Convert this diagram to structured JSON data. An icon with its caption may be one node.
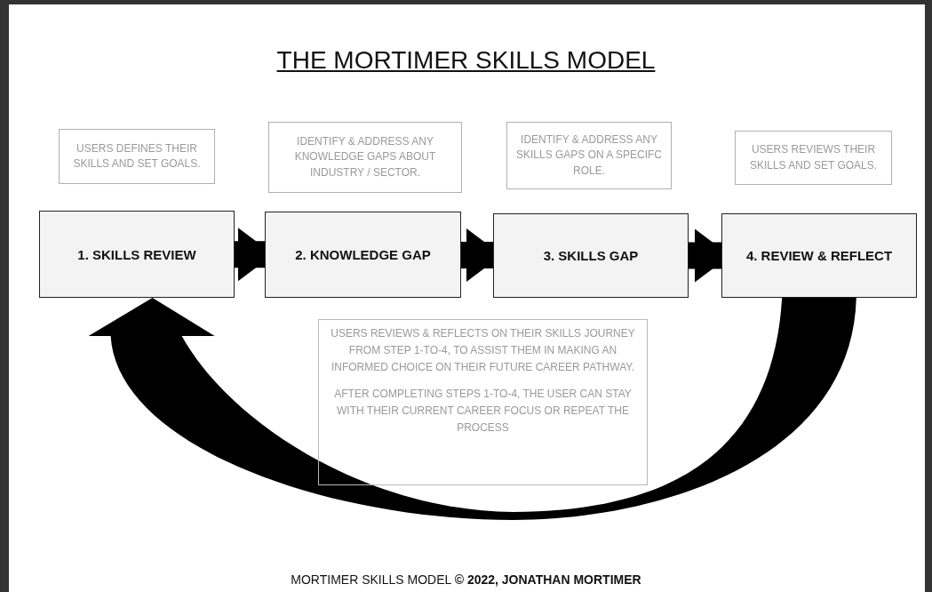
{
  "diagram": {
    "title": "THE MORTIMER SKILLS MODEL",
    "caption": "MORTIMER SKILLS MODEL **© 2022, JONATHAN MORTIMER**",
    "nodes": [
      {
        "text": [
          "USERS DEFINES THEIR SKILLS AND SET GOALS."
        ]
      },
      {
        "text": [
          "IDENTIFY & ADDRESS ANY KNOWLEDGE GAPS ABOUT INDUSTRY / SECTOR."
        ]
      },
      {
        "text": [
          "IDENTIFY & ADDRESS ANY SKILLS GAPS ON A SPECIFC ROLE."
        ]
      },
      {
        "text": [
          "USERS REVIEWS THEIR SKILLS AND SET GOALS."
        ]
      },
      {
        "text": [
          "1. SKILLS REVIEW"
        ]
      },
      {
        "text": [
          "2. KNOWLEDGE GAP"
        ]
      },
      {
        "text": [
          "3. SKILLS GAP"
        ]
      },
      {
        "text": [
          "4. REVIEW & REFLECT"
        ]
      },
      {
        "text": [
          "USERS REVIEWS & REFLECTS ON THEIR SKILLS JOURNEY FROM STEP 1-TO-4, TO ASSIST THEM IN MAKING AN INFORMED CHOICE ON THEIR FUTURE CAREER PATHWAY.",
          "AFTER COMPLETING STEPS 1-TO-4, THE USER CAN STAY WITH THEIR CURRENT CAREER FOCUS OR REPEAT THE PROCESS"
        ]
      }
    ],
    "edges": [
      {
        "from": 4,
        "to": 5,
        "arrow": "to"
      },
      {
        "from": 5,
        "to": 6,
        "arrow": "to"
      },
      {
        "from": 6,
        "to": 7,
        "arrow": "to"
      },
      {
        "from": 7,
        "to": 4,
        "arrow": "to"
      }
    ]
  }
}
